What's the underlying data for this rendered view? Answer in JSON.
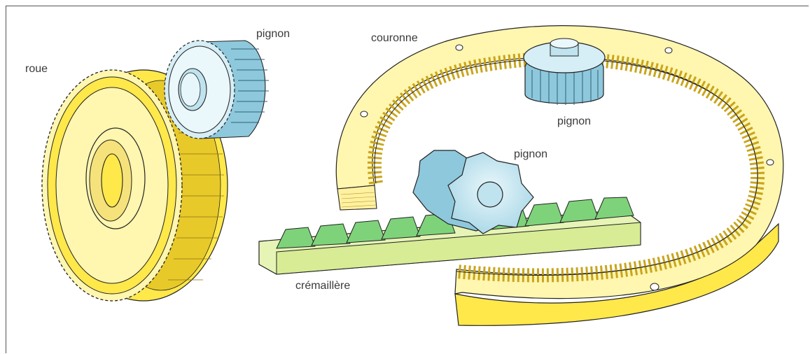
{
  "labels": {
    "roue": "roue",
    "pignon_wheel": "pignon",
    "couronne": "couronne",
    "pignon_ring": "pignon",
    "pignon_rack": "pignon",
    "cremaillere": "crémaillère"
  },
  "colors": {
    "yellow_face": "#fff6b0",
    "yellow_side": "#ffe84a",
    "yellow_dark": "#d8b61a",
    "blue_face": "#d6eef6",
    "blue_side": "#8ec8dc",
    "blue_dark": "#4f8ca5",
    "green_face": "#e6f4b6",
    "green_tooth": "#7ed37a",
    "outline": "#222222"
  }
}
